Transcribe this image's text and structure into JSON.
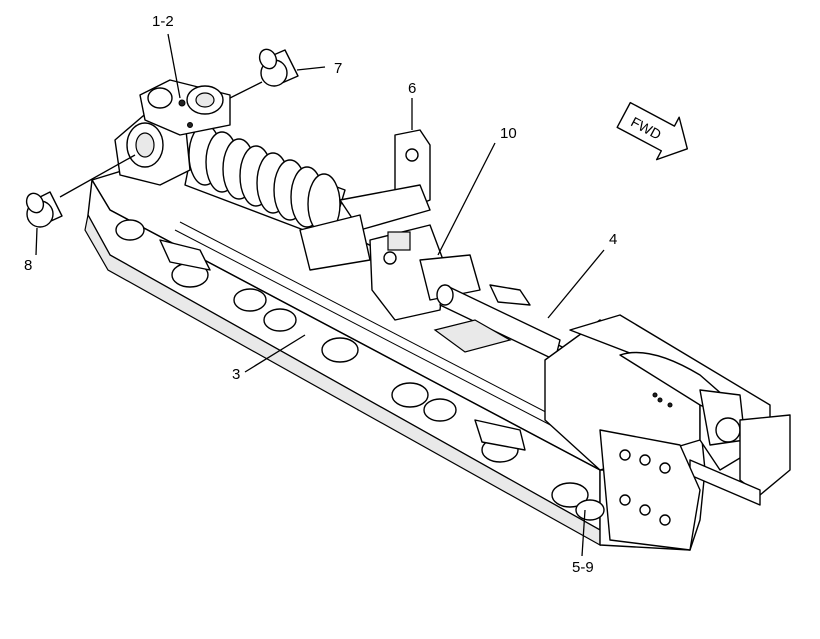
{
  "callouts": [
    {
      "id": "c12",
      "label": "1-2"
    },
    {
      "id": "c7",
      "label": "7"
    },
    {
      "id": "c6",
      "label": "6"
    },
    {
      "id": "c10",
      "label": "10"
    },
    {
      "id": "c4",
      "label": "4"
    },
    {
      "id": "c8",
      "label": "8"
    },
    {
      "id": "c3",
      "label": "3"
    },
    {
      "id": "c59",
      "label": "5-9"
    }
  ],
  "direction_arrow": {
    "label": "FWD"
  }
}
